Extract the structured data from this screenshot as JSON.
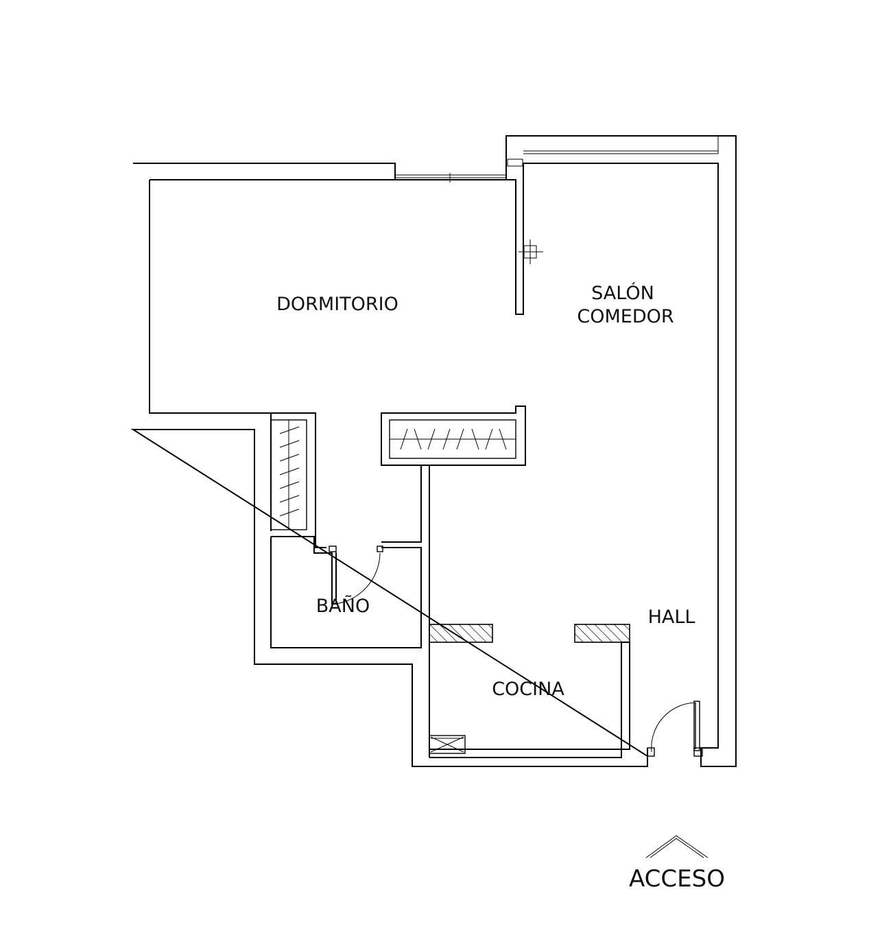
{
  "rooms": {
    "dormitorio": "DORMITORIO",
    "salon_line1": "SALÓN",
    "salon_line2": "COMEDOR",
    "bano": "BAÑO",
    "hall": "HALL",
    "cocina": "COCINA"
  },
  "access": {
    "label": "ACCESO",
    "icon": "entrance-chevron-icon"
  },
  "colors": {
    "line": "#000000",
    "background": "#ffffff"
  }
}
